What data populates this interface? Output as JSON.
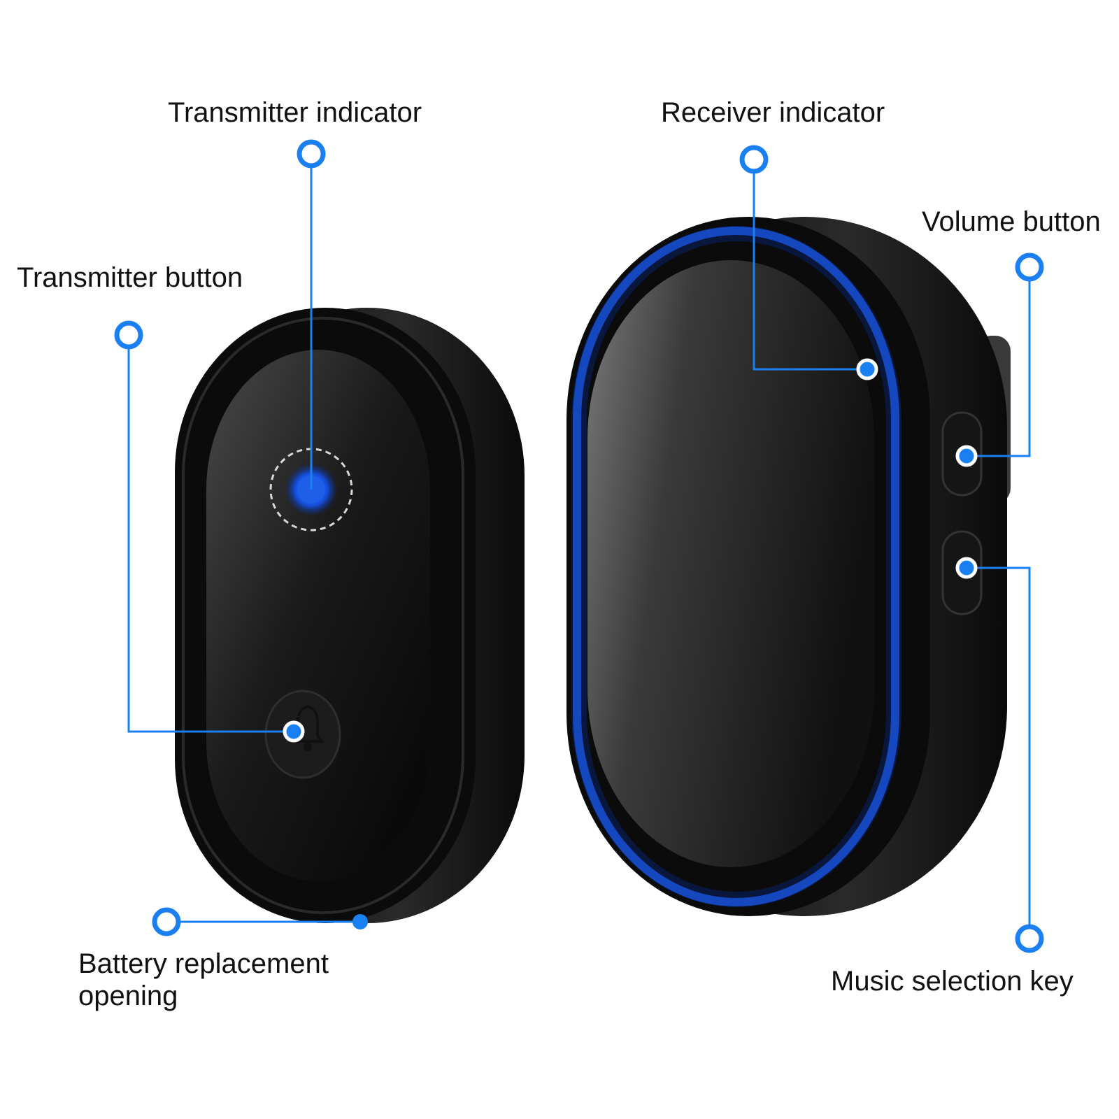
{
  "labels": {
    "transmitter_indicator": "Transmitter indicator",
    "receiver_indicator": "Receiver indicator",
    "volume_button": "Volume button",
    "transmitter_button": "Transmitter button",
    "battery_line1": "Battery replacement",
    "battery_line2": "opening",
    "music_selection_key": "Music selection key"
  },
  "colors": {
    "accent": "#1a7ff0",
    "indicator_glow": "#1f5fe8",
    "device_body": "#0d0d0d",
    "background": "#ffffff"
  },
  "icons": {
    "transmitter_bell": "bell-icon",
    "marker": "ring-marker-icon"
  }
}
